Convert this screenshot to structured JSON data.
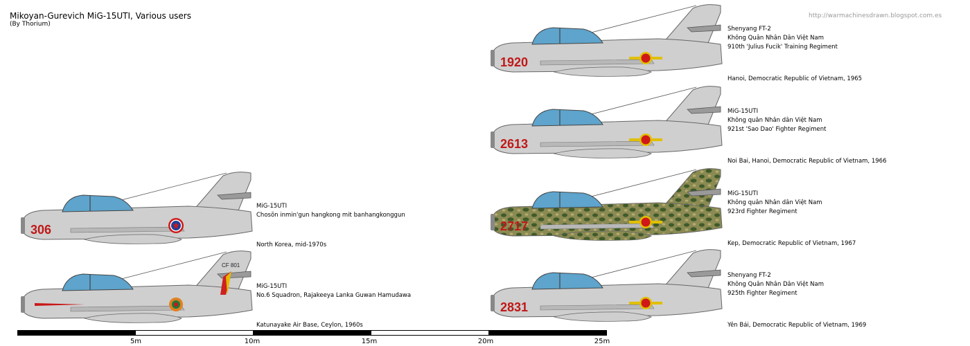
{
  "header": {
    "title": "Mikoyan-Gurevich MiG-15UTI, Various users",
    "byline": "(By Thorium)",
    "url": "http://warmachinesdrawn.blogspot.com.es"
  },
  "planes": [
    {
      "id": "p1",
      "serial": "1920",
      "camo": false,
      "roundel": "vietnam",
      "lines": [
        "Shenyang FT-2",
        "Không Quân Nhân Dân Việt Nam",
        "910th 'Julius Fucik' Training Regiment"
      ],
      "footer": "Hanoi, Democratic Republic of Vietnam, 1965"
    },
    {
      "id": "p2",
      "serial": "2613",
      "camo": false,
      "roundel": "vietnam",
      "lines": [
        "MiG-15UTI",
        "Không quân Nhân dân Việt Nam",
        "921st 'Sao Dao' Fighter Regiment"
      ],
      "footer": "Noi Bai, Hanoi, Democratic Republic of Vietnam, 1966"
    },
    {
      "id": "p3",
      "serial": "2717",
      "camo": true,
      "roundel": "vietnam",
      "lines": [
        "MiG-15UTI",
        "Không quân Nhân dân Việt Nam",
        "923rd Fighter Regiment"
      ],
      "footer": "Kep, Democratic Republic of Vietnam, 1967"
    },
    {
      "id": "p4",
      "serial": "2831",
      "camo": false,
      "roundel": "vietnam",
      "lines": [
        "Shenyang FT-2",
        "Không Quân Nhân Dân Việt Nam",
        "925th Fighter Regiment"
      ],
      "footer": "Yên Bái, Democratic Republic of Vietnam, 1969"
    },
    {
      "id": "p5",
      "serial": "306",
      "camo": false,
      "roundel": "northkorea",
      "lines": [
        "MiG-15UTI",
        "Chosŏn inmin'gun hangkong mit banhangkonggun"
      ],
      "footer": "North Korea, mid-1970s"
    },
    {
      "id": "p6",
      "serial": "",
      "tail_code": "CF 801",
      "camo": false,
      "roundel": "ceylon",
      "lines": [
        "MiG-15UTI",
        "No.6 Squadron, Rajakeeya Lanka Guwan Hamudawa"
      ],
      "footer": "Katunayake Air Base, Ceylon, 1960s"
    }
  ],
  "scale": {
    "ticks": [
      "5m",
      "10m",
      "15m",
      "20m",
      "25m"
    ]
  },
  "colors": {
    "metal": "#cfcfcf",
    "metal_dark": "#9a9a9a",
    "canopy": "#5ea4cc",
    "serial": "#c01818",
    "camo_base": "#8a8a52",
    "camo_dark": "#3f5a2a",
    "camo_light": "#b4ad72"
  }
}
